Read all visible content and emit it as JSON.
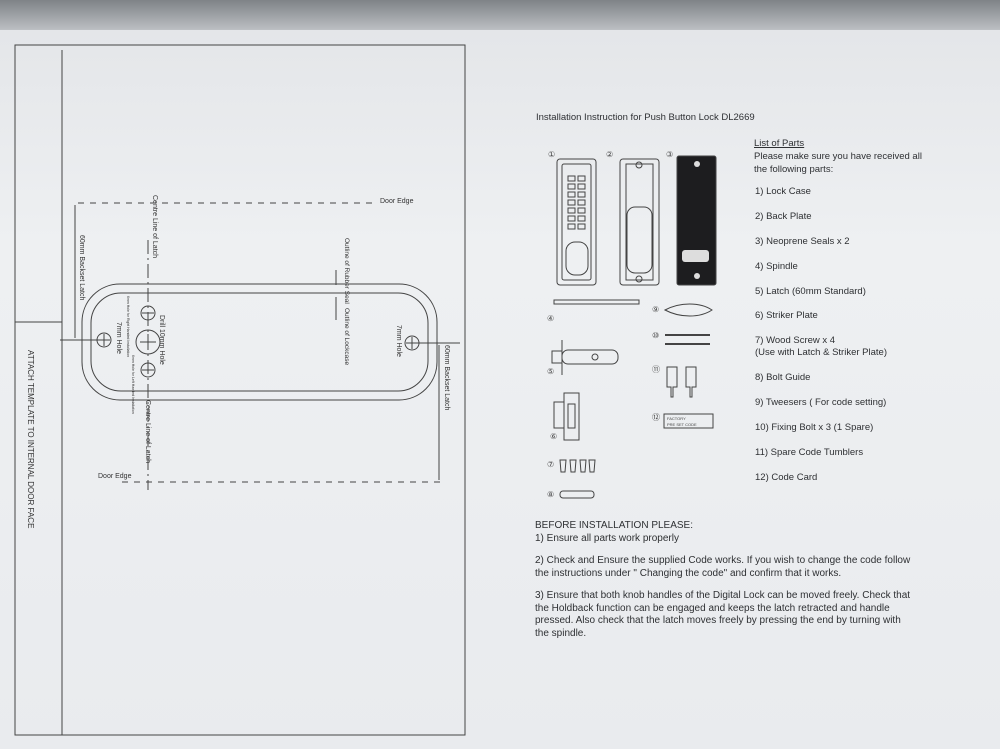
{
  "template": {
    "side_label": "ATTACH TEMPLATE TO INTERNAL DOOR FACE",
    "door_edge": "Door Edge",
    "centre_line": "Centre Line of Latch",
    "backset": "60mm Backset Latch",
    "outline_seal": "Outline of Rubber Seal",
    "outline_lockcase": "Outline of Lockcase",
    "hole_7mm": "7mm Hole",
    "drill_10mm": "Drill 10mm Hole",
    "hole_right": "6mm Hole for Right Handed Installation",
    "hole_left": "6mm Hole for Left Handed Installation"
  },
  "instructions": {
    "title": "Installation Instruction for Push Button Lock DL2669",
    "parts_heading": "List of Parts",
    "parts_intro": "Please make sure you have received all the following parts:",
    "parts": [
      "1) Lock Case",
      "2) Back Plate",
      "3) Neoprene Seals  x 2",
      "4) Spindle",
      "5) Latch (60mm Standard)",
      "6) Striker Plate",
      "7) Wood Screw x 4",
      "(Use with Latch & Striker Plate)",
      "8) Bolt Guide",
      "9) Tweesers ( For code setting)",
      "10) Fixing Bolt x 3 (1 Spare)",
      "11) Spare Code Tumblers",
      "12) Code Card"
    ],
    "code_card_text": "FACTORY PRE SET CODE",
    "figure_numbers": [
      "①",
      "②",
      "③",
      "④",
      "⑤",
      "⑥",
      "⑦",
      "⑧",
      "⑨",
      "⑩",
      "⑪",
      "⑫"
    ],
    "before_heading": "BEFORE INSTALLATION PLEASE:",
    "before_items": [
      "1) Ensure all parts work properly",
      "2) Check and Ensure the supplied Code works. If you wish to change the code follow the instructions under \" Changing the code\" and confirm that it works.",
      "3) Ensure that both knob handles of the Digital Lock can be moved freely. Check that the Holdback function can be engaged and keeps the latch retracted and handle pressed. Also check that the latch moves freely by pressing the end by turning with the spindle."
    ]
  }
}
